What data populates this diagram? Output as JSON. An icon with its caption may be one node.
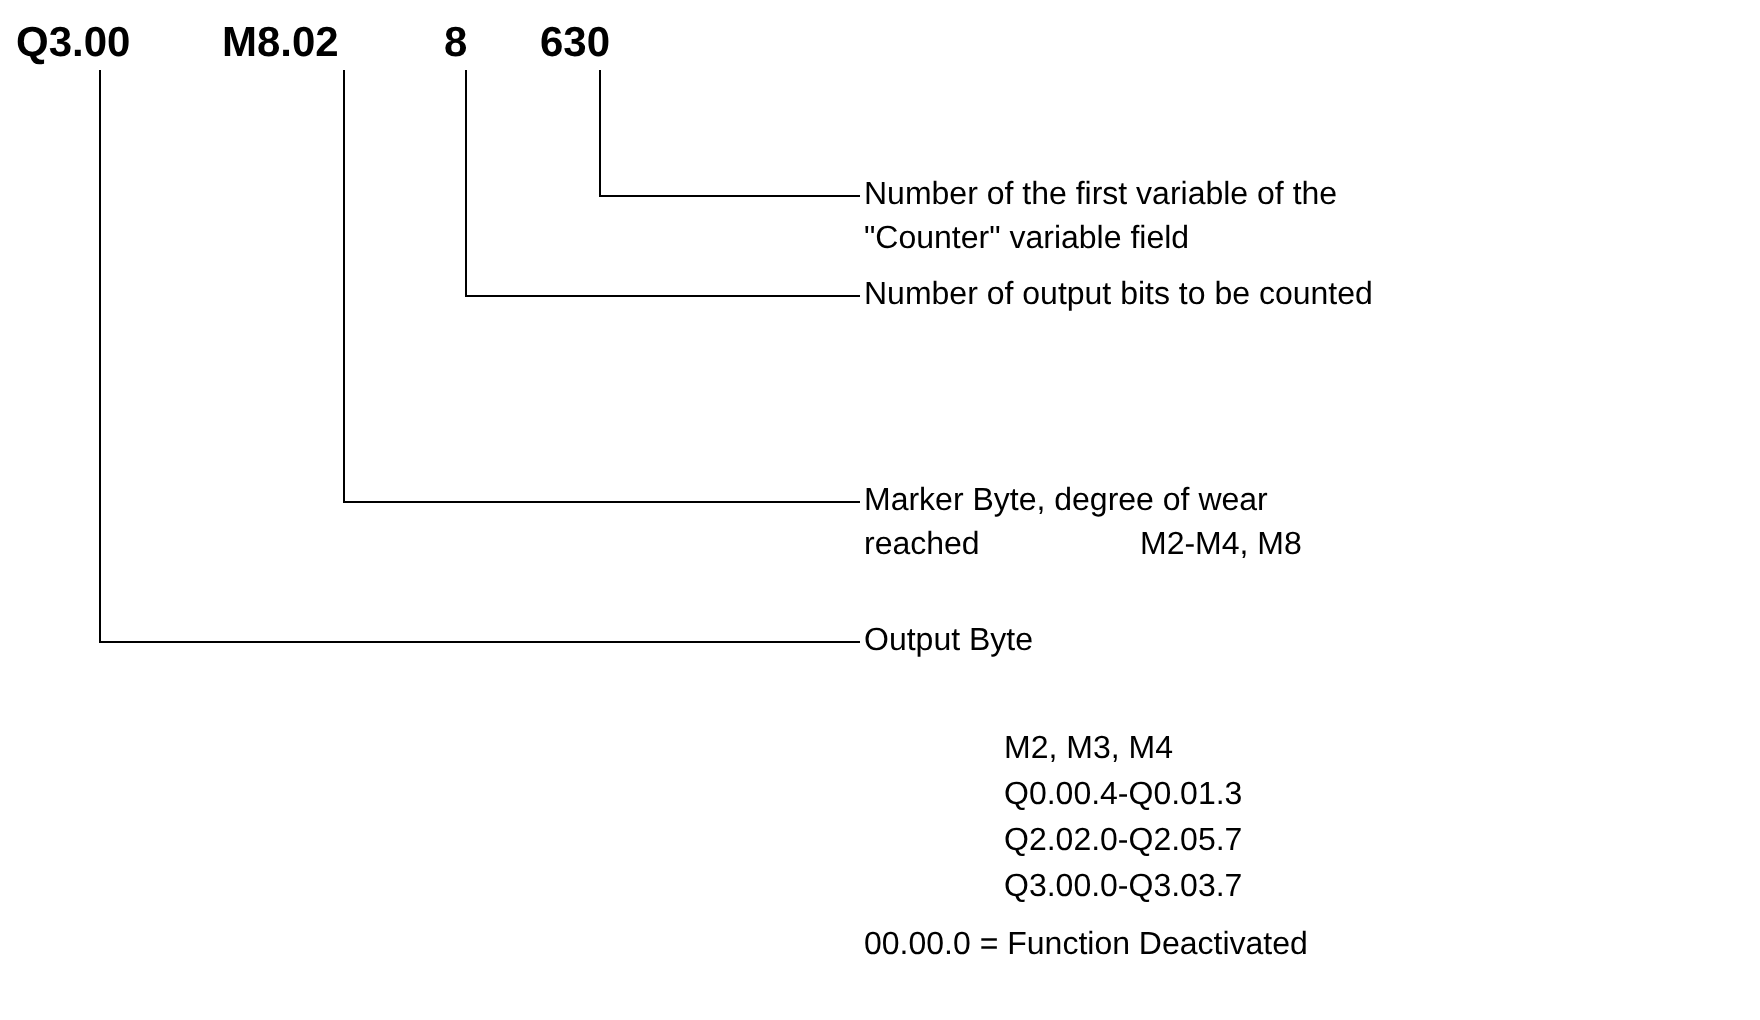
{
  "diagram": {
    "nodes": [
      {
        "text": [
          "Q3.00"
        ]
      },
      {
        "text": [
          "M8.02"
        ]
      },
      {
        "text": [
          "8"
        ]
      },
      {
        "text": [
          "630"
        ]
      },
      {
        "text": [
          "Number of the first variable of the \"Counter\" variable field"
        ]
      },
      {
        "text": [
          "Number of output bits to be counted"
        ]
      },
      {
        "text": [
          "Marker Byte, degree of wear reached",
          "M2-M4, M8"
        ]
      },
      {
        "text": [
          "Output Byte"
        ]
      }
    ],
    "edges": [
      {
        "from": 3,
        "to": 4,
        "arrow": "none"
      },
      {
        "from": 2,
        "to": 5,
        "arrow": "none"
      },
      {
        "from": 1,
        "to": 6,
        "arrow": "none"
      },
      {
        "from": 0,
        "to": 7,
        "arrow": "none"
      }
    ],
    "labels": [
      "M2, M3, M4",
      "Q0.00.4-Q0.01.3",
      "Q2.02.0-Q2.05.7",
      "Q3.00.0-Q3.03.7",
      "00.00.0 = Function Deactivated"
    ]
  }
}
